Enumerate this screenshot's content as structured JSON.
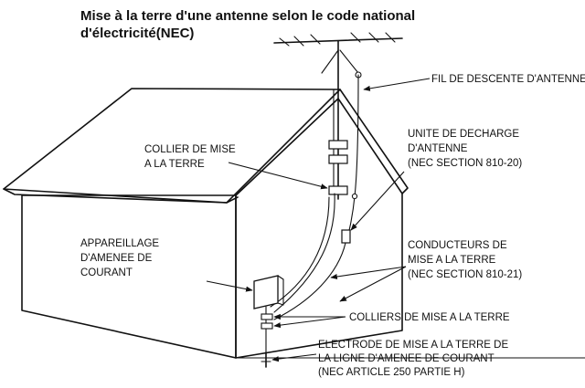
{
  "title": {
    "line1": "Mise à la terre d'une antenne selon le code national",
    "line2": "d'électricité(NEC)"
  },
  "labels": {
    "fil_descente": "FIL DE DESCENTE D'ANTENNE",
    "unite_decharge": [
      "UNITE DE DECHARGE",
      "D'ANTENNE",
      "(NEC SECTION 810-20)"
    ],
    "collier_mise": [
      "COLLIER DE MISE",
      "A LA TERRE"
    ],
    "appareillage": [
      "APPAREILLAGE",
      "D'AMENEE DE",
      "COURANT"
    ],
    "conducteurs": [
      "CONDUCTEURS DE",
      "MISE A LA TERRE",
      "(NEC SECTION 810-21)"
    ],
    "colliers": "COLLIERS DE MISE A LA TERRE",
    "electrode": [
      "ELECTRODE DE MISE A LA TERRE DE",
      "LA LIGNE D'AMENEE DE COURANT",
      "(NEC ARTICLE 250 PARTIE H)"
    ]
  },
  "colors": {
    "ink": "#111111",
    "background": "#ffffff",
    "roof_fill": "#f4f4f4",
    "wall_fill": "#fafafa"
  }
}
